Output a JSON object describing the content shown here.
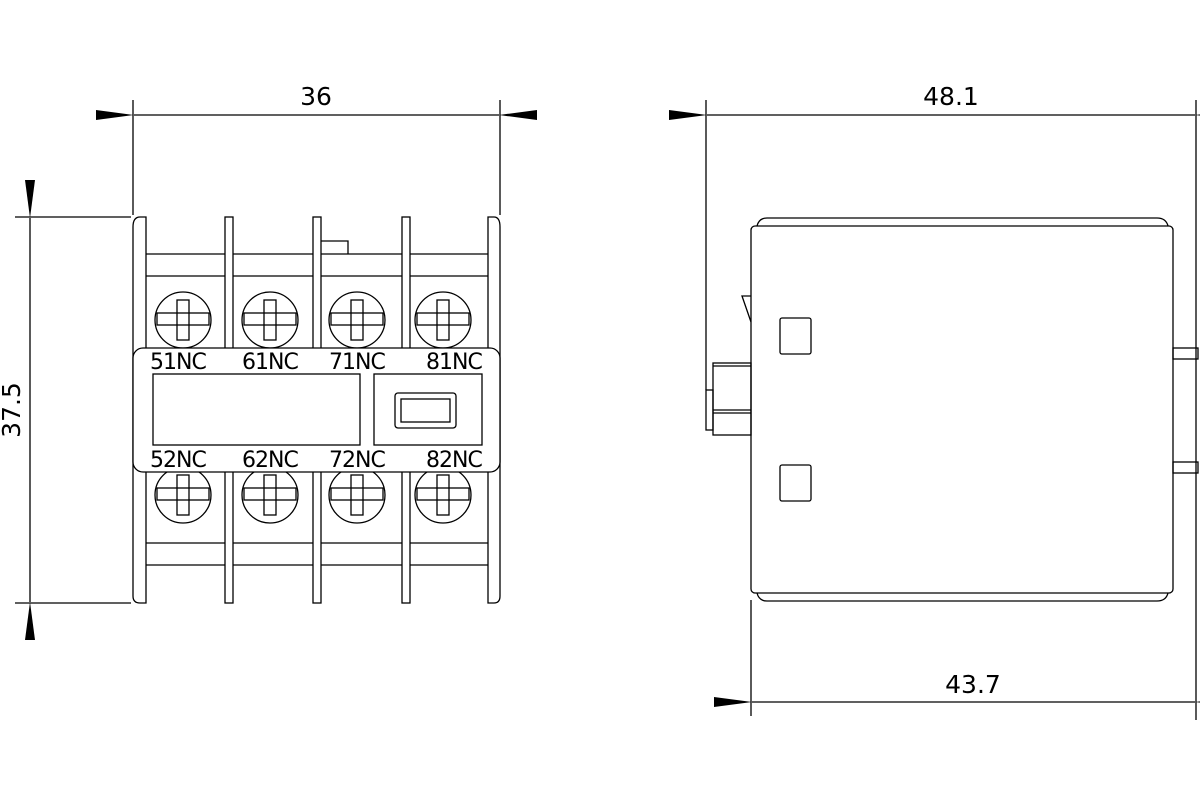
{
  "dimensions": {
    "front_width": "36",
    "front_height": "37.5",
    "side_total_depth": "48.1",
    "side_body_depth": "43.7"
  },
  "terminals": {
    "top": [
      "51NC",
      "61NC",
      "71NC",
      "81NC"
    ],
    "bottom": [
      "52NC",
      "62NC",
      "72NC",
      "82NC"
    ]
  },
  "colors": {
    "line": "#000000",
    "background": "#ffffff"
  }
}
